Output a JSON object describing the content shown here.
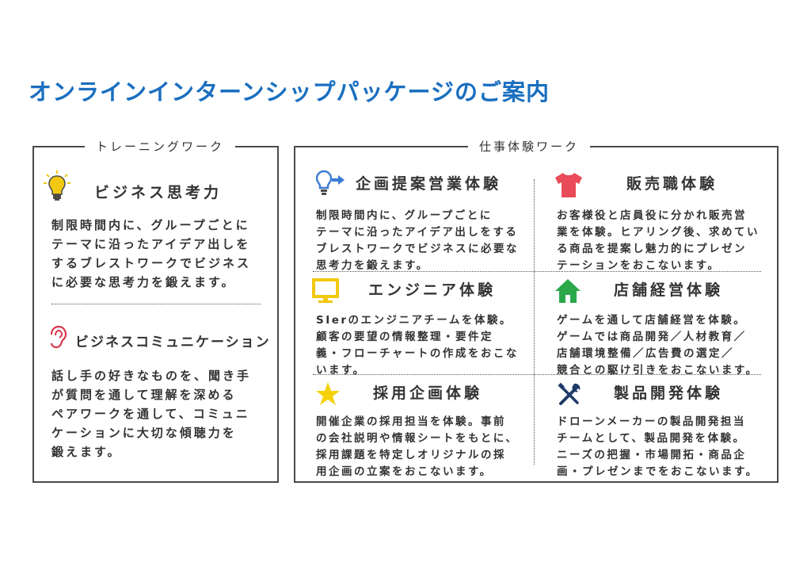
{
  "title": "オンラインインターンシップパッケージのご案内",
  "training": {
    "label": "トレーニングワーク",
    "items": [
      {
        "heading": "ビジネス思考力",
        "icon": "lightbulb-icon",
        "lines": [
          "制限時間内に、グループごとに",
          "テーマに沿ったアイデア出しを",
          "するブレストワークでビジネス",
          "に必要な思考力を鍛えます。"
        ]
      },
      {
        "heading": "ビジネスコミュニケーション",
        "icon": "ear-icon",
        "lines": [
          "話し手の好きなものを、聞き手",
          "が質問を通して理解を深める",
          "ペアワークを通して、コミュニ",
          "ケーションに大切な傾聴力を",
          "鍛えます。"
        ]
      }
    ]
  },
  "work": {
    "label": "仕事体験ワーク",
    "items": [
      {
        "heading": "企画提案営業体験",
        "icon": "idea-bulb-icon",
        "lines": [
          "制限時間内に、グループごとに",
          "テーマに沿ったアイデア出しをする",
          "ブレストワークでビジネスに必要な",
          "思考力を鍛えます。"
        ]
      },
      {
        "heading": "販売職体験",
        "icon": "tshirt-icon",
        "lines": [
          "お客様役と店員役に分かれ販売営",
          "業を体験。ヒアリング後、求めてい",
          "る商品を提案し魅力的にプレゼン",
          "テーションをおこないます。"
        ]
      },
      {
        "heading": "エンジニア体験",
        "icon": "monitor-icon",
        "lines": [
          "SIerのエンジニアチームを体験。",
          "顧客の要望の情報整理・要件定",
          "義・フローチャートの作成をおこな",
          "います。"
        ]
      },
      {
        "heading": "店舗経営体験",
        "icon": "house-icon",
        "lines": [
          "ゲームを通して店舗経営を体験。",
          "ゲームでは商品開発／人材教育／",
          "店舗環境整備／広告費の選定／",
          "競合との駆け引きをおこないます。"
        ]
      },
      {
        "heading": "採用企画体験",
        "icon": "star-icon",
        "lines": [
          "開催企業の採用担当を体験。事前",
          "の会社説明や情報シートをもとに、",
          "採用課題を特定しオリジナルの採",
          "用企画の立案をおこないます。"
        ]
      },
      {
        "heading": "製品開発体験",
        "icon": "tools-icon",
        "lines": [
          "ドローンメーカーの製品開発担当",
          "チームとして、製品開発を体験。",
          "ニーズの把握・市場開拓・商品企",
          "画・プレゼンまでをおこないます。"
        ]
      }
    ]
  },
  "colors": {
    "title": "#1a6fbf",
    "bulb_yellow": "#f2c811",
    "tshirt_red": "#e94b58",
    "monitor_yellow": "#f2c811",
    "house_green": "#2aa84a",
    "star_yellow": "#f5d10a",
    "tools_navy": "#1f3a68",
    "ear_red": "#d9374b",
    "idea_blue": "#3b7bd4"
  }
}
